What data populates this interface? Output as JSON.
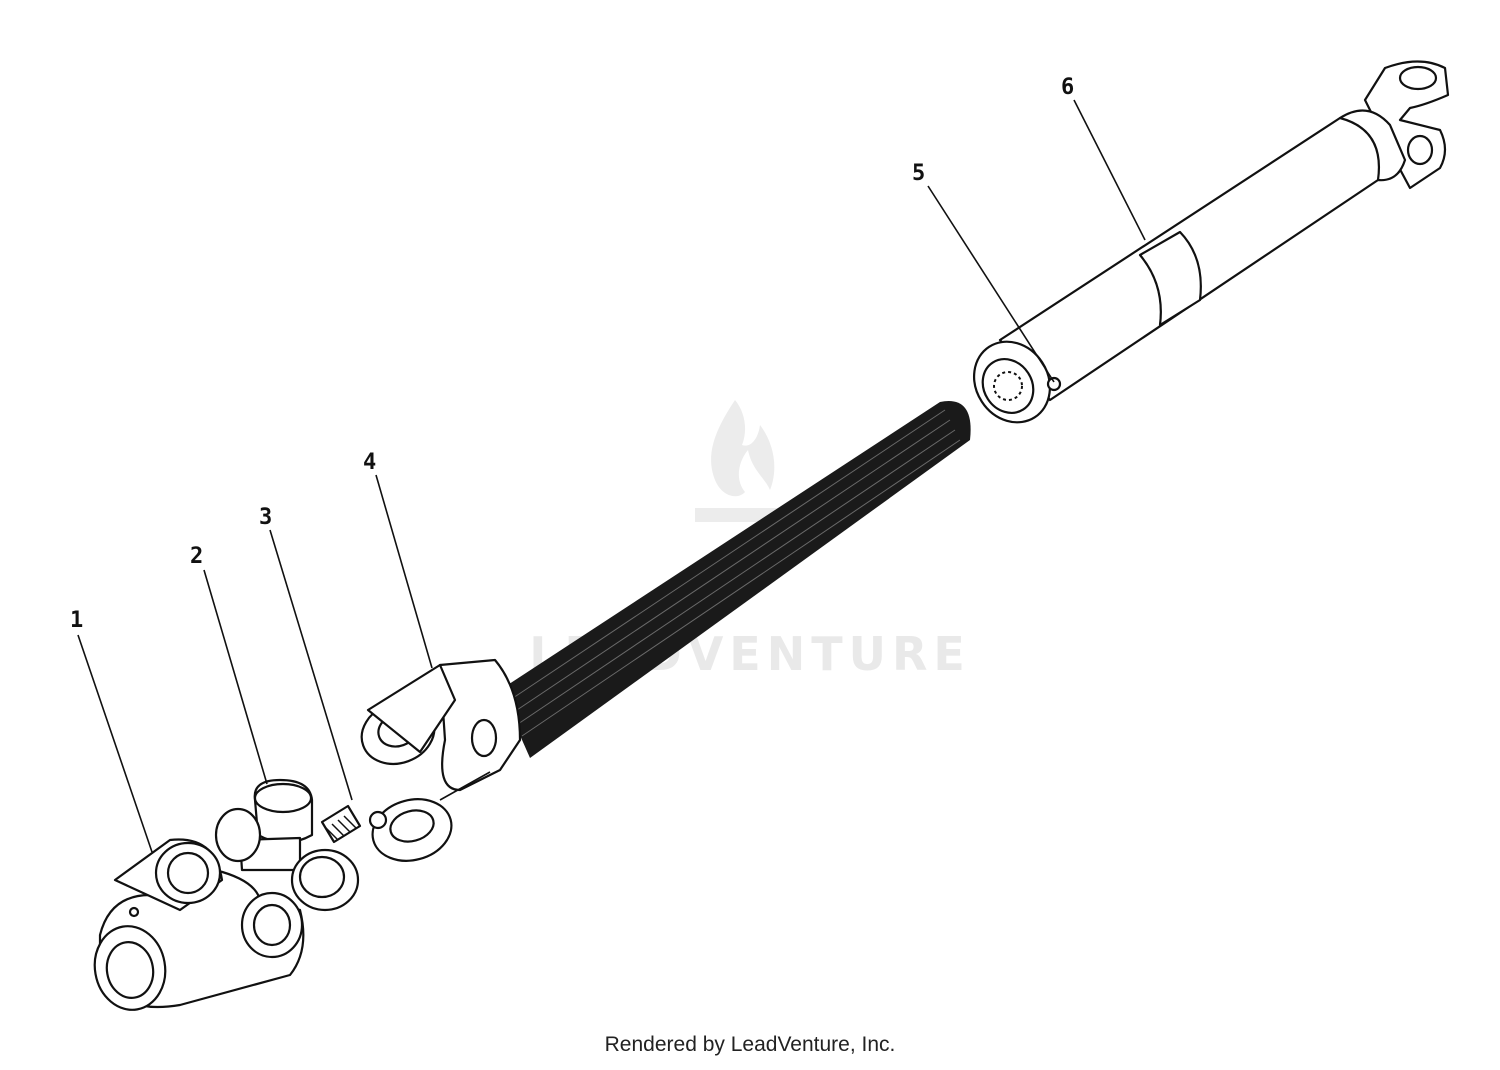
{
  "diagram": {
    "callouts": [
      {
        "id": "1",
        "label": "1"
      },
      {
        "id": "2",
        "label": "2"
      },
      {
        "id": "3",
        "label": "3"
      },
      {
        "id": "4",
        "label": "4"
      },
      {
        "id": "5",
        "label": "5"
      },
      {
        "id": "6",
        "label": "6"
      }
    ],
    "watermark_text": "LEADVENTURE",
    "credit": "Rendered by LeadVenture, Inc."
  },
  "colors": {
    "line": "#111111",
    "background": "#ffffff",
    "watermark": "#e9e9e9"
  }
}
